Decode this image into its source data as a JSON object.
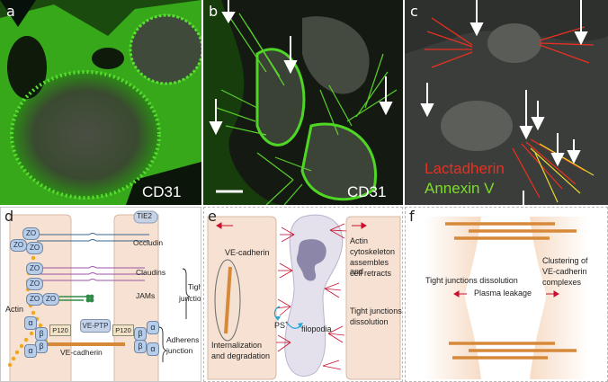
{
  "panels": {
    "a": {
      "letter": "a",
      "stain": "CD31"
    },
    "b": {
      "letter": "b",
      "stain": "CD31"
    },
    "c": {
      "letter": "c",
      "legend": [
        "Lactadherin",
        "Annexin V"
      ],
      "colors": {
        "lactadherin": "#e83020",
        "annexin": "#7ddc2a"
      }
    },
    "d": {
      "letter": "d",
      "tie2": "TIE2",
      "zo": "ZO",
      "occludin": "Occludin",
      "claudins": "Claudins",
      "jams": "JAMs",
      "tight_junction": [
        "Tight",
        "junction"
      ],
      "actin": "Actin",
      "alpha": "α",
      "beta": "β",
      "p120": "P120",
      "vptp": "VE-PTP",
      "vecadherin": "VE-cadherin",
      "adherens_junction": [
        "Adherens",
        "junction"
      ]
    },
    "e": {
      "letter": "e",
      "vecadherin": "VE-cadherin",
      "internalization": [
        "Internalization",
        "and degradation"
      ],
      "ps": "PS",
      "ps_sup": "+",
      "filopodia": "filopodia",
      "actin_text": [
        "Actin",
        "cytoskeleton",
        "assembles and",
        "cell retracts"
      ],
      "tj_text": [
        "Tight junctions",
        "dissolution"
      ]
    },
    "f": {
      "letter": "f",
      "tj_dissolution": "Tight junctions dissolution",
      "plasma": "Plasma leakage",
      "clustering": [
        "Clustering of",
        "VE-cadherin",
        "complexes"
      ]
    }
  },
  "colors": {
    "cell_fill": "#f7e1d2",
    "cadherin": "#d7893a",
    "zo_fill": "#b8cde8",
    "actin_dot": "#f0a818",
    "arrow_red": "#c8102e",
    "cd31_green": "#3ec41a"
  }
}
